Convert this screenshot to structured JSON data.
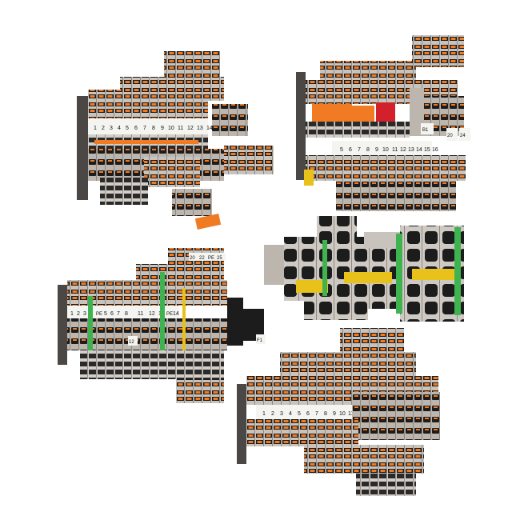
{
  "image": {
    "subject": "terminal-block-assemblies",
    "colors": {
      "housing": "#c9c3bd",
      "housing_dark": "#a9a29b",
      "orange": "#f07b22",
      "black": "#1c1c1c",
      "red": "#d3212b",
      "yellow": "#e8c21a",
      "green": "#3fb34f",
      "marker": "#f4f4f1"
    }
  },
  "assemblies": [
    {
      "name": "top-left",
      "markers": [
        "1",
        "2",
        "3",
        "4",
        "5",
        "6",
        "7",
        "8",
        "9",
        "10",
        "11",
        "12",
        "13",
        "14"
      ]
    },
    {
      "name": "top-right",
      "markers": [
        "5",
        "6",
        "7",
        "8",
        "9",
        "10",
        "11",
        "12",
        "13",
        "14",
        "15",
        "16"
      ],
      "extra_markers": [
        "B1",
        "20",
        "24"
      ]
    },
    {
      "name": "middle-left",
      "markers": [
        "1",
        "2",
        "3",
        "4",
        "PE",
        "5",
        "6",
        "7",
        "8",
        "11",
        "12",
        "13",
        "PE",
        "14"
      ],
      "top_markers": [
        "20",
        "22",
        "PE",
        "25"
      ],
      "side_markers": [
        "12",
        "F1"
      ]
    },
    {
      "name": "middle-right",
      "markers": []
    },
    {
      "name": "bottom",
      "markers": [
        "1",
        "2",
        "3",
        "4",
        "5",
        "6",
        "7",
        "8",
        "9",
        "10",
        "11"
      ]
    }
  ]
}
